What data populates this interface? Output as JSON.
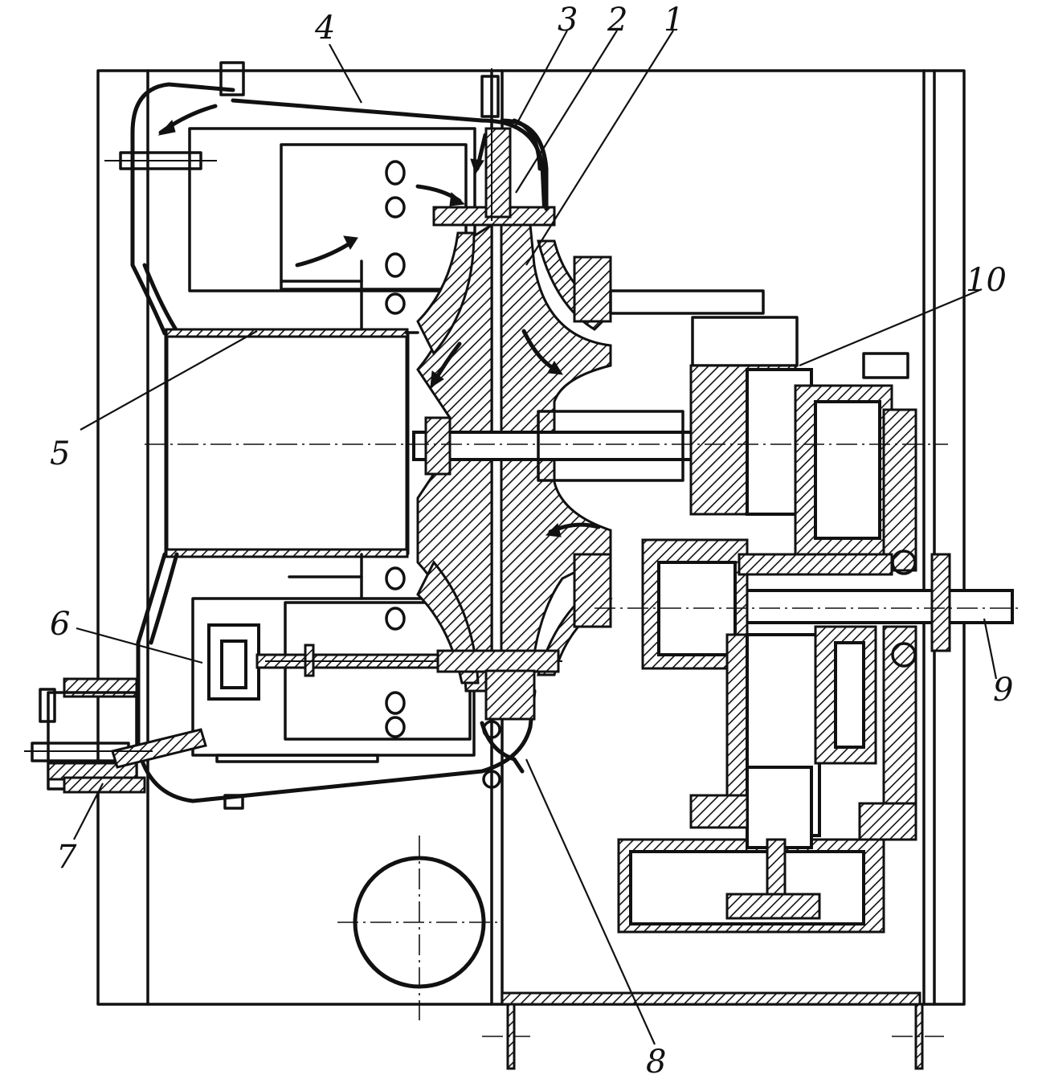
{
  "callouts": [
    {
      "id": "callout-1",
      "label": "1"
    },
    {
      "id": "callout-2",
      "label": "2"
    },
    {
      "id": "callout-3",
      "label": "3"
    },
    {
      "id": "callout-4",
      "label": "4"
    },
    {
      "id": "callout-5",
      "label": "5"
    },
    {
      "id": "callout-6",
      "label": "6"
    },
    {
      "id": "callout-7",
      "label": "7"
    },
    {
      "id": "callout-8",
      "label": "8"
    },
    {
      "id": "callout-9",
      "label": "9"
    },
    {
      "id": "callout-10",
      "label": "10"
    }
  ],
  "colors": {
    "ink": "#111111",
    "paper": "#ffffff"
  }
}
